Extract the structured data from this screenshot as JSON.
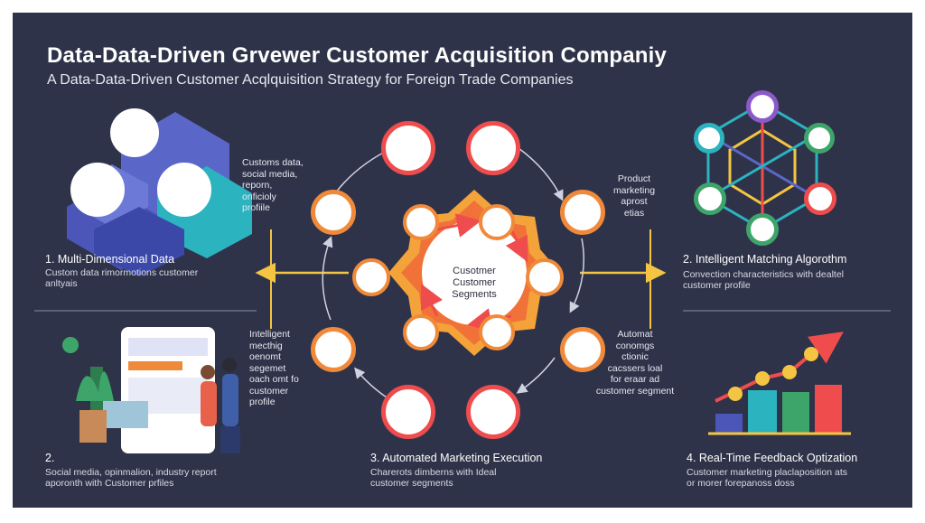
{
  "title": "Data-Data-Driven Grvewer Customer Acquisition Companiy",
  "subtitle": "A Data-Data-Driven Customer Acqlquisition Strategy for Foreign Trade Companies",
  "center_label": [
    "Cusotmer",
    "Customer",
    "Segments"
  ],
  "annotations": {
    "top_left": [
      "Customs data,",
      "social media,",
      "reporn,",
      "onficioly",
      "profiile"
    ],
    "top_right": [
      "Product",
      "marketing",
      "aprost",
      "etias"
    ],
    "bottom_left": [
      "Intelligent",
      "mecthig",
      "oenomt",
      "segemet",
      "oach omt fo",
      "customer profile"
    ],
    "bottom_right": [
      "Automat",
      "conomgs",
      "ctionic",
      "cacssers loal",
      "for eraar ad",
      "customer segment"
    ]
  },
  "sections": [
    {
      "heading": "1. Multi-Dimensional Data",
      "desc": [
        "Custom data rimormotions customer",
        "anltyais"
      ]
    },
    {
      "heading": "2. Intelligent Matching Algorothm",
      "desc": [
        "Convection characteristics with dealtel",
        "customer profile"
      ]
    },
    {
      "heading": "2.",
      "desc": [
        "Social media, opinmalion, industry report",
        "aporonth with Customer prfiles"
      ]
    },
    {
      "heading": "3. Automated Marketing Execution",
      "desc": [
        "Charerots dimberns with Ideal",
        "customer segments"
      ]
    },
    {
      "heading": "4. Real-Time Feedback Optization",
      "desc": [
        "Customer marketing placlaposition ats",
        "or morer forepanoss doss"
      ]
    }
  ],
  "icons": {
    "outer_ring": [
      "checklist-icon",
      "puzzle-people-icon",
      "presentation-icon",
      "network-icon",
      "laptop-icon",
      "team-icon"
    ],
    "inner_ring": [
      "calendar-icon",
      "video-chat-icon",
      "email-icon",
      "target-icon",
      "people-group-icon",
      "mobile-icon",
      "social-puzzle-icon",
      "mouse-icon"
    ]
  },
  "colors": {
    "background": "#2f3349",
    "accent_orange": "#f08a3a",
    "accent_red": "#ef4d4d",
    "accent_yellow": "#f4c542",
    "hex_blue": "#5a67c8",
    "hex_teal": "#2bb3c0"
  }
}
